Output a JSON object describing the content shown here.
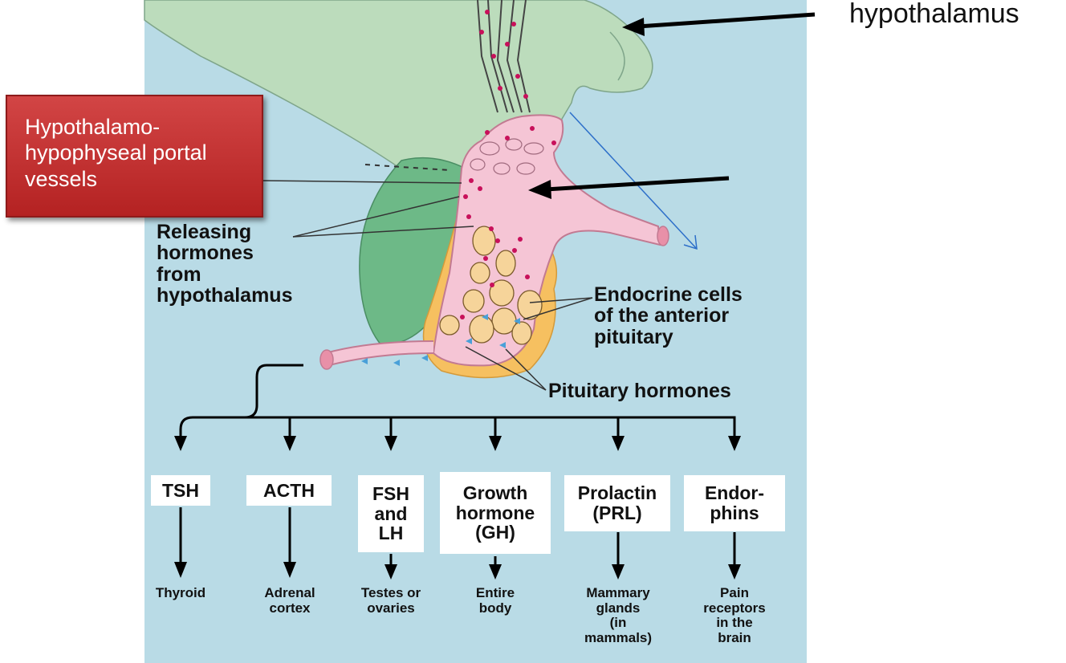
{
  "callouts": {
    "hypothalamus": "hypothalamus",
    "portal_vessels": [
      "Hypothalamo-",
      "hypophyseal portal",
      "vessels"
    ]
  },
  "labels": {
    "releasing_hormones": [
      "Releasing",
      "hormones",
      "from",
      "hypothalamus"
    ],
    "endocrine_cells": [
      "Endocrine cells",
      "of the anterior",
      "pituitary"
    ],
    "pituitary_hormones": "Pituitary hormones"
  },
  "hormones": [
    {
      "name": [
        "TSH"
      ],
      "target": [
        "Thyroid"
      ]
    },
    {
      "name": [
        "ACTH"
      ],
      "target": [
        "Adrenal",
        "cortex"
      ]
    },
    {
      "name": [
        "FSH",
        "and",
        "LH"
      ],
      "target": [
        "Testes or",
        "ovaries"
      ]
    },
    {
      "name": [
        "Growth",
        "hormone",
        "(GH)"
      ],
      "target": [
        "Entire",
        "body"
      ]
    },
    {
      "name": [
        "Prolactin",
        "(PRL)"
      ],
      "target": [
        "Mammary",
        "glands",
        "(in",
        "mammals)"
      ]
    },
    {
      "name": [
        "Endor-",
        "phins"
      ],
      "target": [
        "Pain",
        "receptors",
        "in the",
        "brain"
      ]
    }
  ],
  "colors": {
    "background": "#b9dbe6",
    "hypothalamus": "#bcdcbc",
    "posterior_pituitary": "#6db987",
    "anterior_pituitary": "#f6c060",
    "vessels": "#f5c5d5",
    "hormone_dots": "#c8105a",
    "callout_red": "#c43030"
  }
}
